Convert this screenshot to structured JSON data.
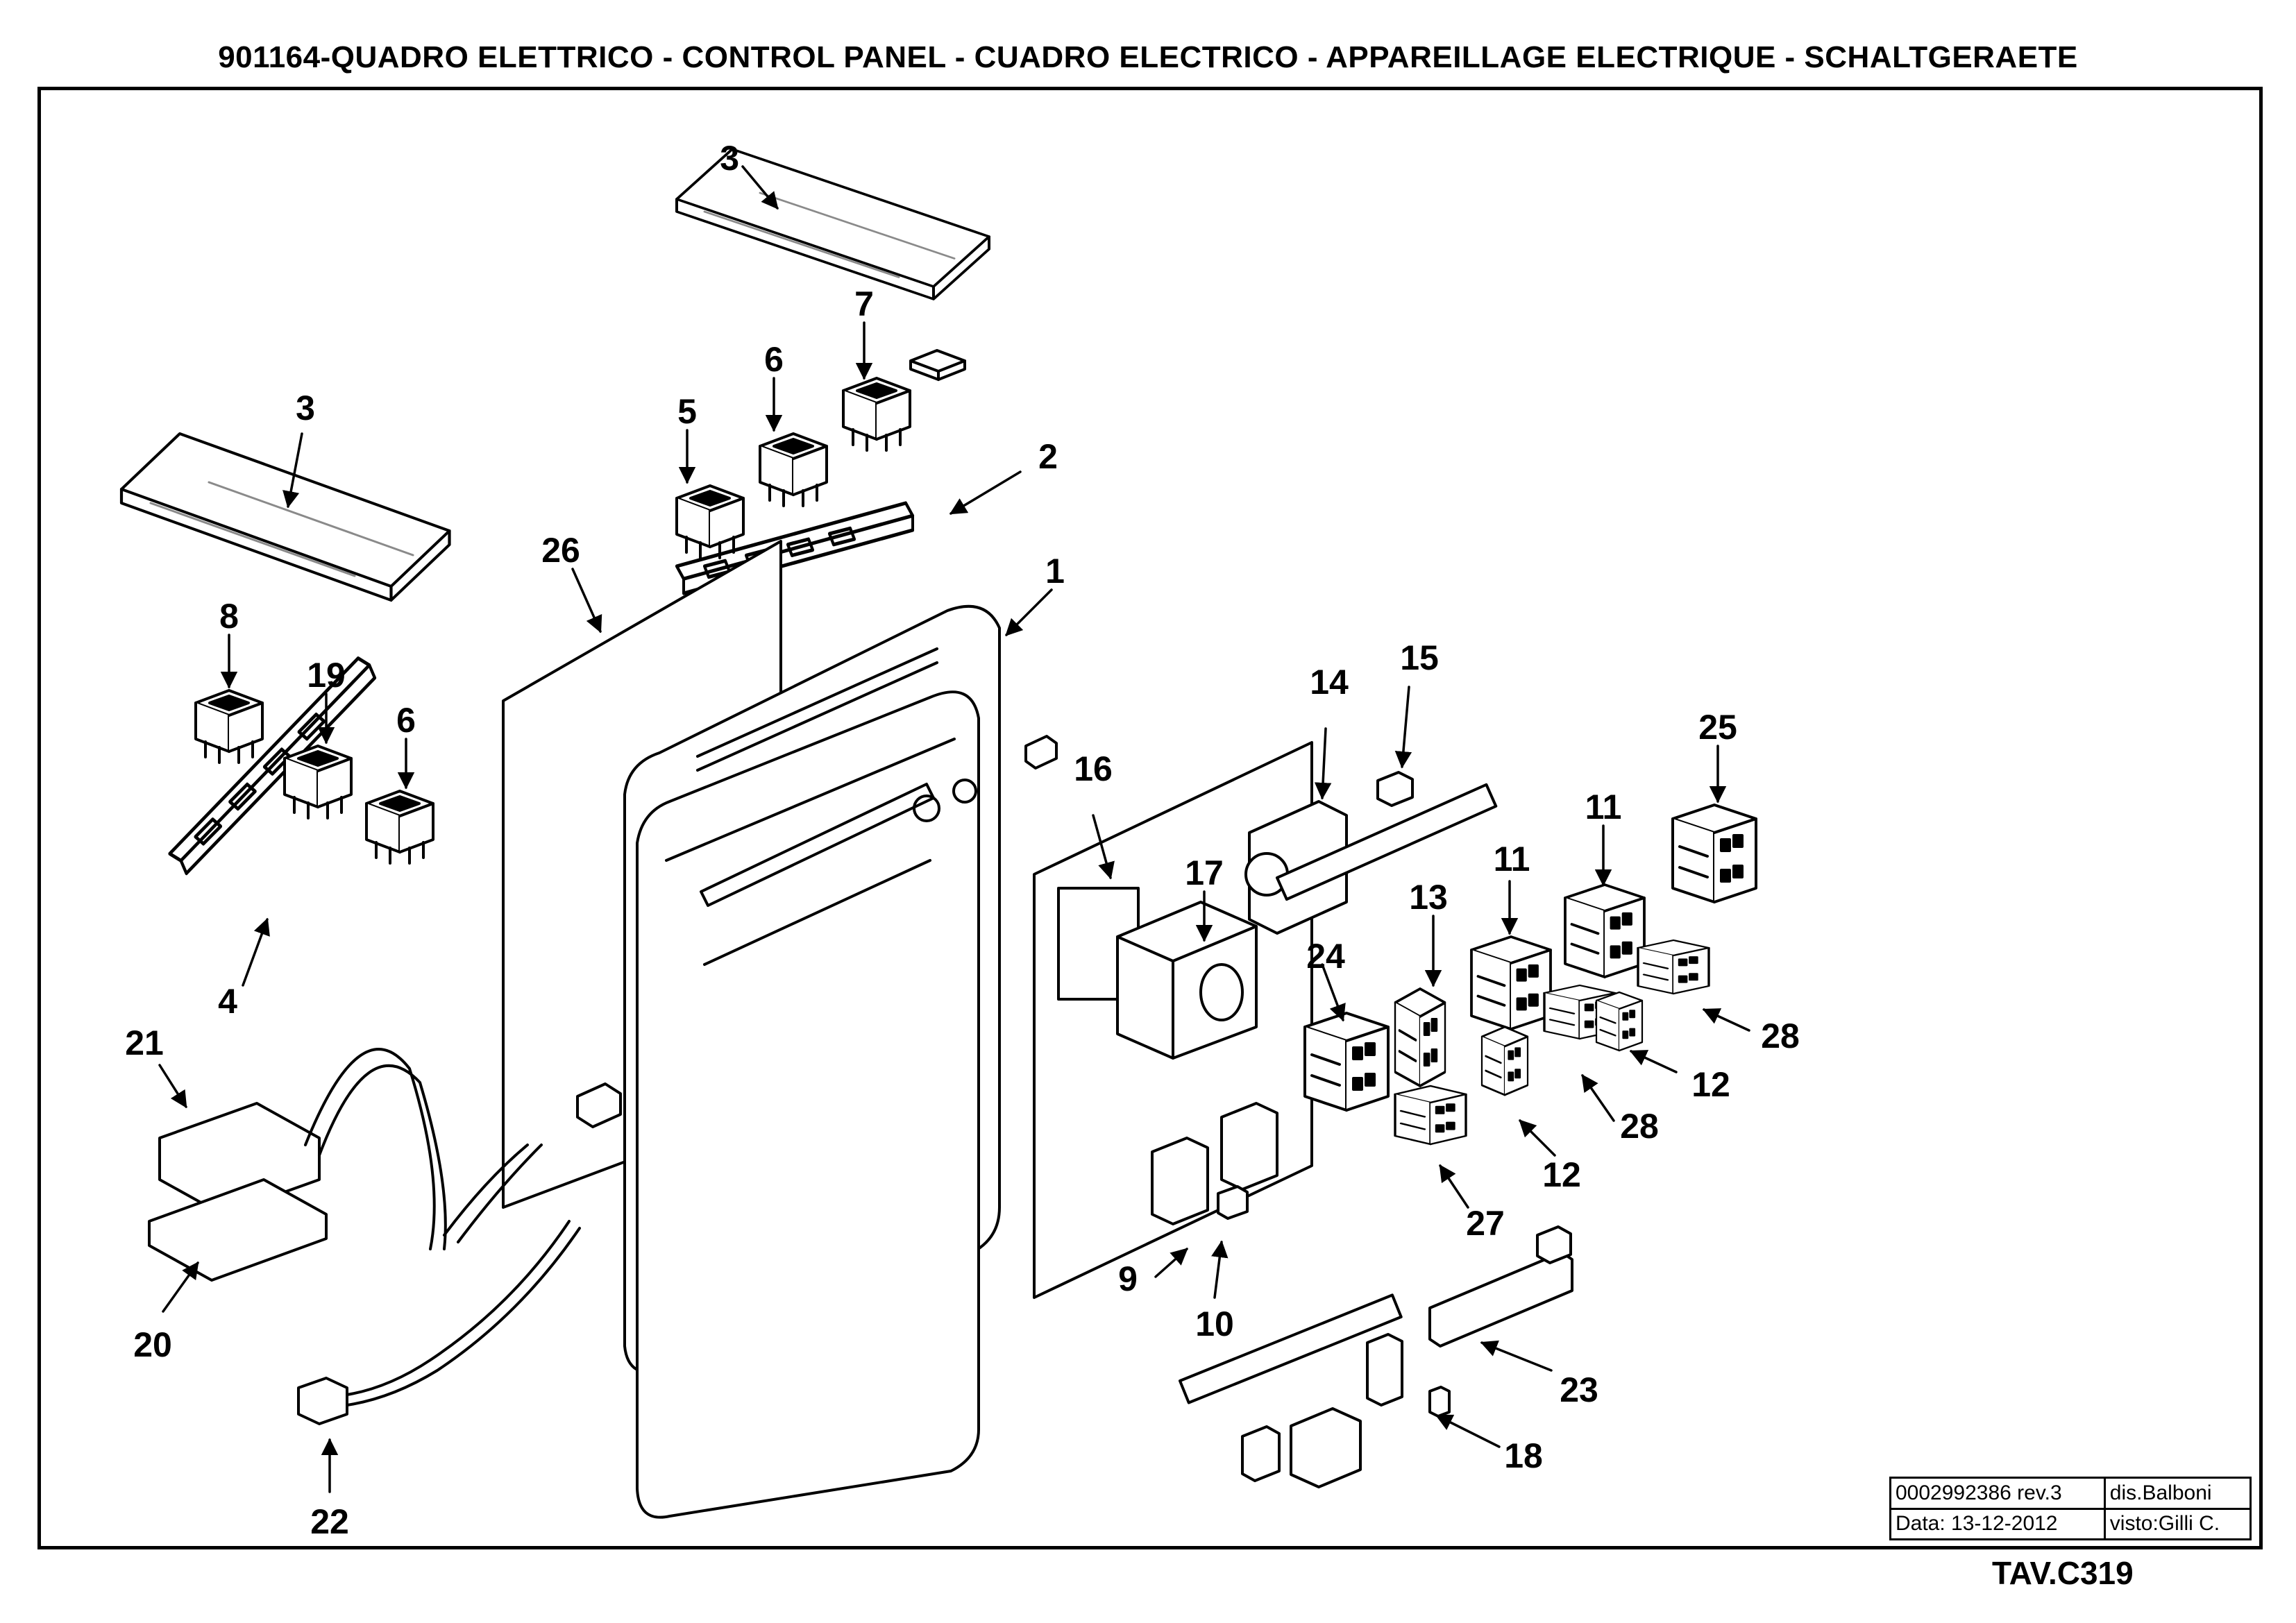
{
  "title": "901164-QUADRO ELETTRICO - CONTROL PANEL - CUADRO ELECTRICO - APPAREILLAGE ELECTRIQUE - SCHALTGERAETE",
  "title_block": {
    "drawing_number": "0002992386 rev.3",
    "drawn_by": "dis.Balboni",
    "date": "Data:  13-12-2012",
    "checked_by": "visto:Gilli C."
  },
  "sheet_id": "TAV.C319",
  "part_labels": {
    "p1": "1",
    "p2": "2",
    "p3a": "3",
    "p3b": "3",
    "p4": "4",
    "p5": "5",
    "p6a": "6",
    "p6b": "6",
    "p7": "7",
    "p8": "8",
    "p9": "9",
    "p10": "10",
    "p11a": "11",
    "p11b": "11",
    "p12a": "12",
    "p12b": "12",
    "p13": "13",
    "p14": "14",
    "p15": "15",
    "p16": "16",
    "p17": "17",
    "p18": "18",
    "p19": "19",
    "p20": "20",
    "p21": "21",
    "p22": "22",
    "p23": "23",
    "p24": "24",
    "p25": "25",
    "p26": "26",
    "p27": "27",
    "p28a": "28",
    "p28b": "28"
  },
  "colors": {
    "line": "#000000",
    "background": "#ffffff",
    "glass": "#9a9a9a"
  }
}
